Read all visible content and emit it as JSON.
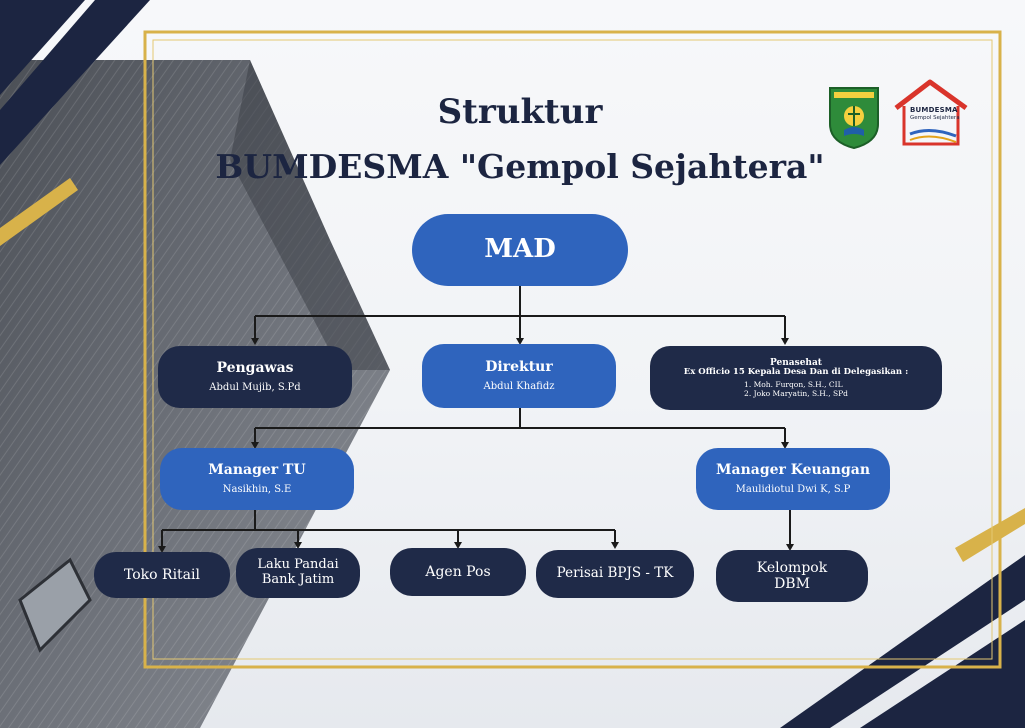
{
  "header": {
    "title_line1": "Struktur",
    "title_line2": "BUMDESMA \"Gempol Sejahtera\""
  },
  "logos": {
    "left_icon": "regency-crest-icon",
    "right_text": "BUMDESMA",
    "right_sub": "Gempol Sejahtera"
  },
  "org": {
    "mad": {
      "title": "MAD"
    },
    "pengawas": {
      "title": "Pengawas",
      "name": "Abdul Mujib, S.Pd"
    },
    "direktur": {
      "title": "Direktur",
      "name": "Abdul Khafidz"
    },
    "penasehat": {
      "title": "Penasehat",
      "subtitle": "Ex Officio 15 Kepala Desa Dan di Delegasikan :",
      "items": [
        "1. Moh. Furqon, S.H., CIL",
        "2. Joko Maryatin, S.H., SPd"
      ]
    },
    "manager_tu": {
      "title": "Manager TU",
      "name": "Nasikhin, S.E"
    },
    "manager_keuangan": {
      "title": "Manager Keuangan",
      "name": "Maulidiotul Dwi K, S.P"
    },
    "units": {
      "toko": "Toko Ritail",
      "laku_line1": "Laku Pandai",
      "laku_line2": "Bank Jatim",
      "agen": "Agen Pos",
      "perisai": "Perisai BPJS - TK",
      "kelompok_line1": "Kelompok",
      "kelompok_line2": "DBM"
    }
  },
  "colors": {
    "navy": "#1f2a48",
    "blue": "#2f64bd",
    "gold": "#d8b24a",
    "connector": "#1a1a1a"
  }
}
